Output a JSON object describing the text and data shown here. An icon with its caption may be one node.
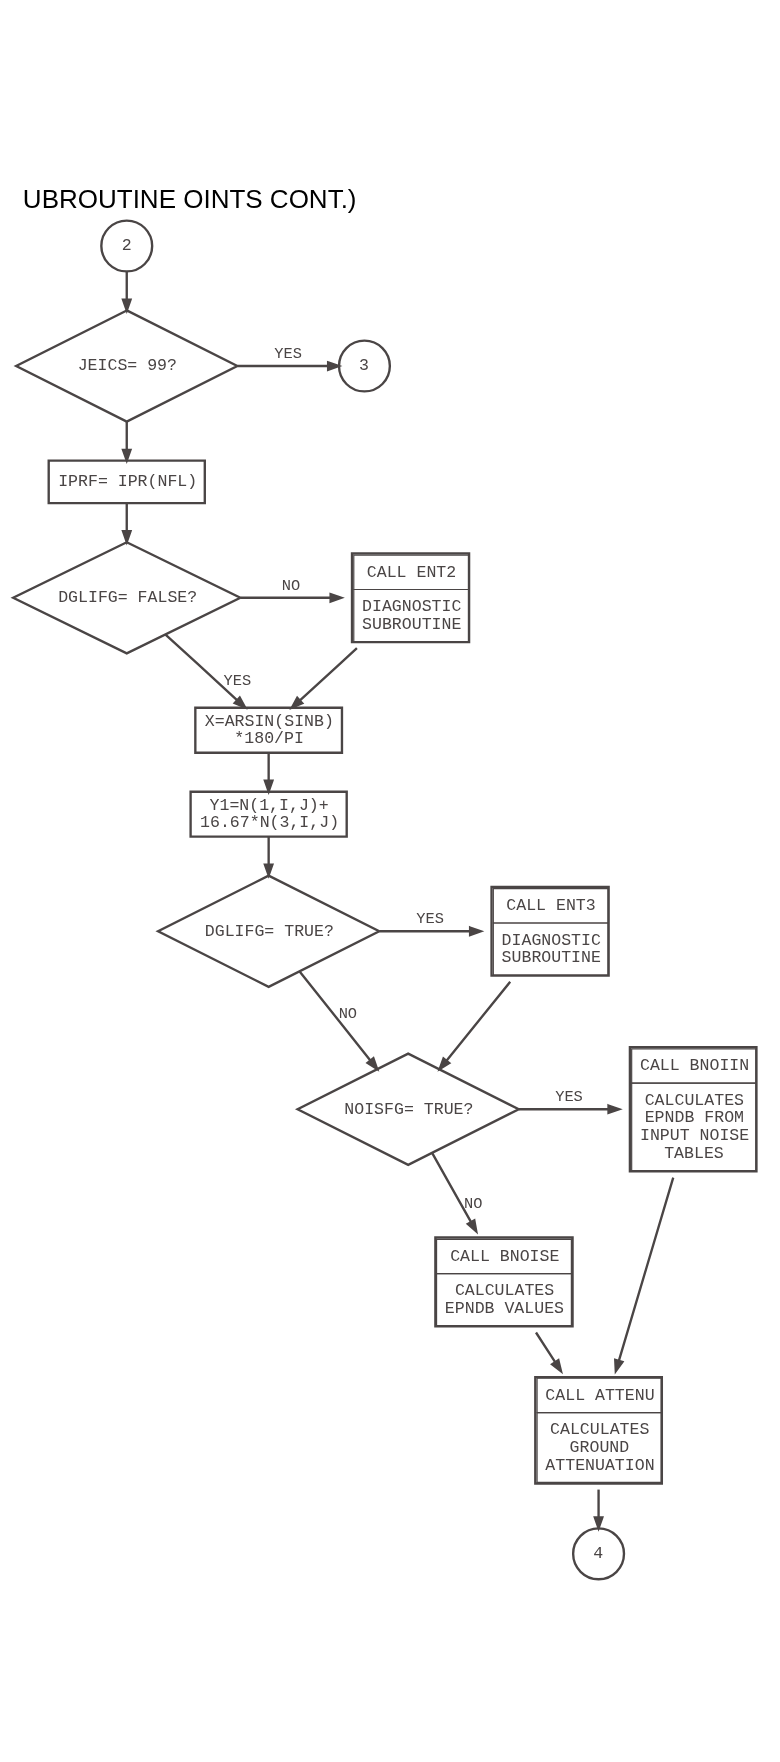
{
  "diagram": {
    "title": "UBROUTINE OINTS CONT.)",
    "nodes": [
      {
        "text": [
          "2"
        ]
      },
      {
        "text": [
          "JEICS= 99?"
        ]
      },
      {
        "text": [
          "3"
        ]
      },
      {
        "text": [
          "IPRF= IPR(NFL)"
        ]
      },
      {
        "text": [
          "DGLIFG= FALSE?"
        ]
      },
      {
        "text": [
          "CALL ENT2",
          "DIAGNOSTIC SUBROUTINE"
        ]
      },
      {
        "text": [
          "X=ARSIN(SINB) *180/PI"
        ]
      },
      {
        "text": [
          "Y1=N(1,I,J)+ 16.67*N(3,I,J)"
        ]
      },
      {
        "text": [
          "DGLIFG= TRUE?"
        ]
      },
      {
        "text": [
          "CALL ENT3",
          "DIAGNOSTIC SUBROUTINE"
        ]
      },
      {
        "text": [
          "NOISFG= TRUE?"
        ]
      },
      {
        "text": [
          "CALL BNOIIN",
          "CALCULATES EPNDB FROM INPUT NOISE TABLES"
        ]
      },
      {
        "text": [
          "CALL BNOISE",
          "CALCULATES EPNDB VALUES"
        ]
      },
      {
        "text": [
          "CALL ATTENU",
          "CALCULATES GROUND ATTENUATION"
        ]
      },
      {
        "text": [
          "4"
        ]
      }
    ],
    "edges": [
      {
        "from": 0,
        "to": 1,
        "arrow": "to"
      },
      {
        "from": 1,
        "to": 2,
        "arrow": "to",
        "label": "YES"
      },
      {
        "from": 1,
        "to": 3,
        "arrow": "to"
      },
      {
        "from": 3,
        "to": 4,
        "arrow": "to"
      },
      {
        "from": 4,
        "to": 5,
        "arrow": "to",
        "label": "NO"
      },
      {
        "from": 4,
        "to": 6,
        "arrow": "to",
        "label": "YES"
      },
      {
        "from": 5,
        "to": 6,
        "arrow": "to"
      },
      {
        "from": 6,
        "to": 7,
        "arrow": "to"
      },
      {
        "from": 7,
        "to": 8,
        "arrow": "to"
      },
      {
        "from": 8,
        "to": 9,
        "arrow": "to",
        "label": "YES"
      },
      {
        "from": 8,
        "to": 10,
        "arrow": "to",
        "label": "NO"
      },
      {
        "from": 9,
        "to": 10,
        "arrow": "to"
      },
      {
        "from": 10,
        "to": 11,
        "arrow": "to",
        "label": "YES"
      },
      {
        "from": 10,
        "to": 12,
        "arrow": "to",
        "label": "NO"
      },
      {
        "from": 12,
        "to": 13,
        "arrow": "to"
      },
      {
        "from": 11,
        "to": 13,
        "arrow": "to"
      },
      {
        "from": 13,
        "to": 14,
        "arrow": "to"
      }
    ]
  }
}
